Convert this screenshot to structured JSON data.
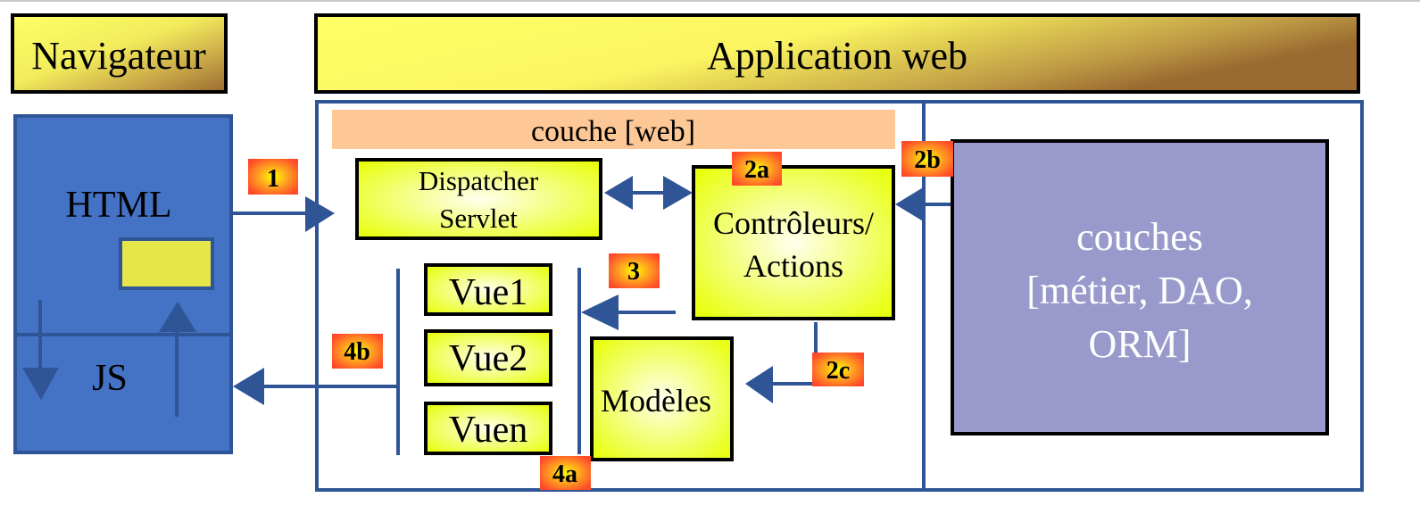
{
  "diagram": {
    "title_client": "Navigateur",
    "title_server": "Application web",
    "client": {
      "html_label": "HTML",
      "js_label": "JS"
    },
    "web_layer": {
      "label": "couche [web]",
      "dispatcher": [
        "Dispatcher",
        "Servlet"
      ],
      "controllers": [
        "Contrôleurs/",
        "Actions"
      ],
      "views": [
        "Vue1",
        "Vue2",
        "Vuen"
      ],
      "models": "Modèles"
    },
    "back_layers": [
      "couches",
      "[métier, DAO,",
      "ORM]"
    ],
    "steps": {
      "s1": "1",
      "s2a": "2a",
      "s2b": "2b",
      "s2c": "2c",
      "s3": "3",
      "s4a": "4a",
      "s4b": "4b"
    },
    "colors": {
      "frame_blue": "#2f5597",
      "client_fill": "#4472c4",
      "client_widget": "#e6e64a",
      "web_band": "#fdc896",
      "component_yellow": "#ebff1a",
      "back_fill": "#9999cc",
      "title_light": "#ffff66",
      "title_dark": "#9a6a30",
      "badge_outer": "#ff4a2a",
      "badge_inner": "#ffff00"
    }
  }
}
